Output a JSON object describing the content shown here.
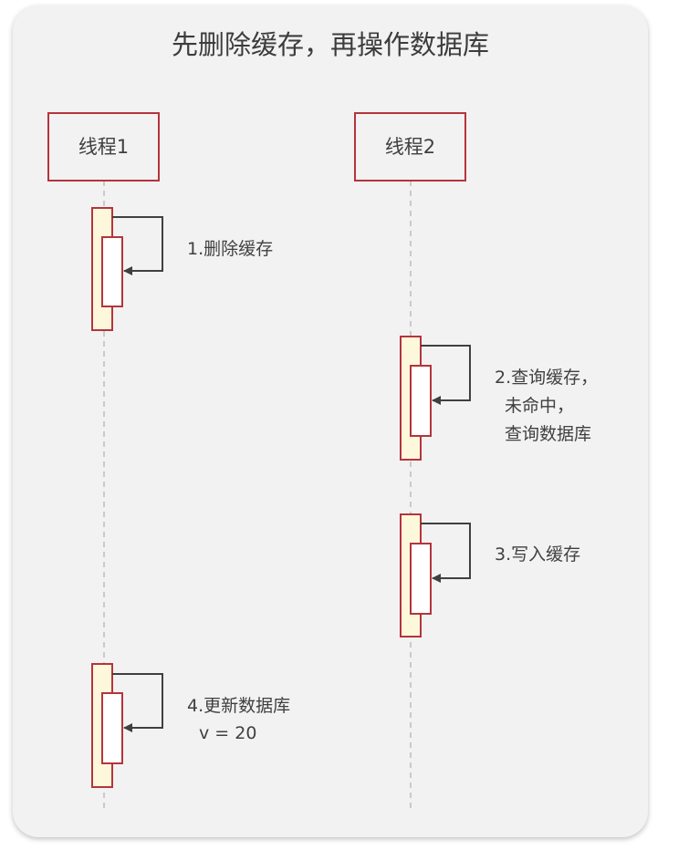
{
  "title": "先删除缓存，再操作数据库",
  "threads": [
    {
      "label": "线程1"
    },
    {
      "label": "线程2"
    }
  ],
  "steps": [
    {
      "lines": [
        "1.删除缓存"
      ]
    },
    {
      "lines": [
        "2.查询缓存，",
        "未命中，",
        "查询数据库"
      ]
    },
    {
      "lines": [
        "3.写入缓存"
      ]
    },
    {
      "lines": [
        "4.更新数据库",
        "v = 20"
      ]
    }
  ],
  "colors": {
    "thread_border": "#b5343c",
    "activation_fill": "#fdf8dc",
    "activation_border": "#b5343c",
    "arrow": "#404040",
    "lifeline": "#bdbdbd"
  }
}
